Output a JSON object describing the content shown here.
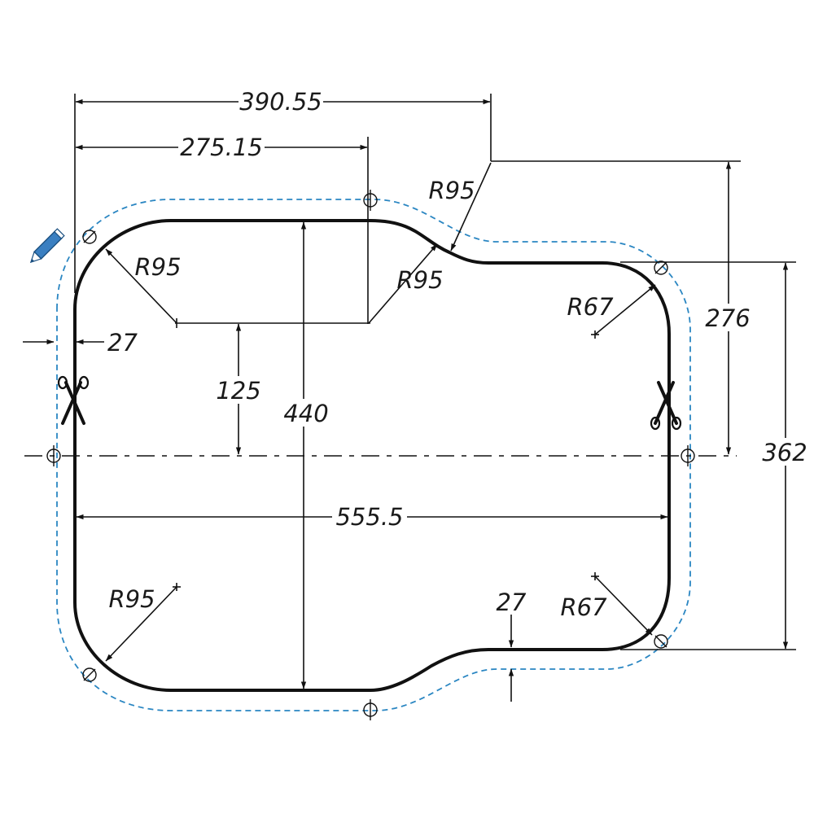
{
  "labels": {
    "width_total": "390.55",
    "width_basin": "275.15",
    "radius_top_left": "R95",
    "radius_top_neck": "R95",
    "radius_inner_neck": "R95",
    "radius_top_right": "R67",
    "radius_bottom_left": "R95",
    "radius_bottom_right": "R67",
    "height_right_upper": "276",
    "height_right_total": "362",
    "height_center": "125",
    "height_basin": "440",
    "length_total": "555.5",
    "margin_left": "27",
    "margin_bottom": "27"
  },
  "colors": {
    "outline": "#111111",
    "cut_line": "#2a86c2",
    "pencil": "#3a7fc1"
  },
  "icons": [
    "scissors-icon",
    "scissors-icon",
    "pencil-icon",
    "mounting-hole-icon"
  ]
}
